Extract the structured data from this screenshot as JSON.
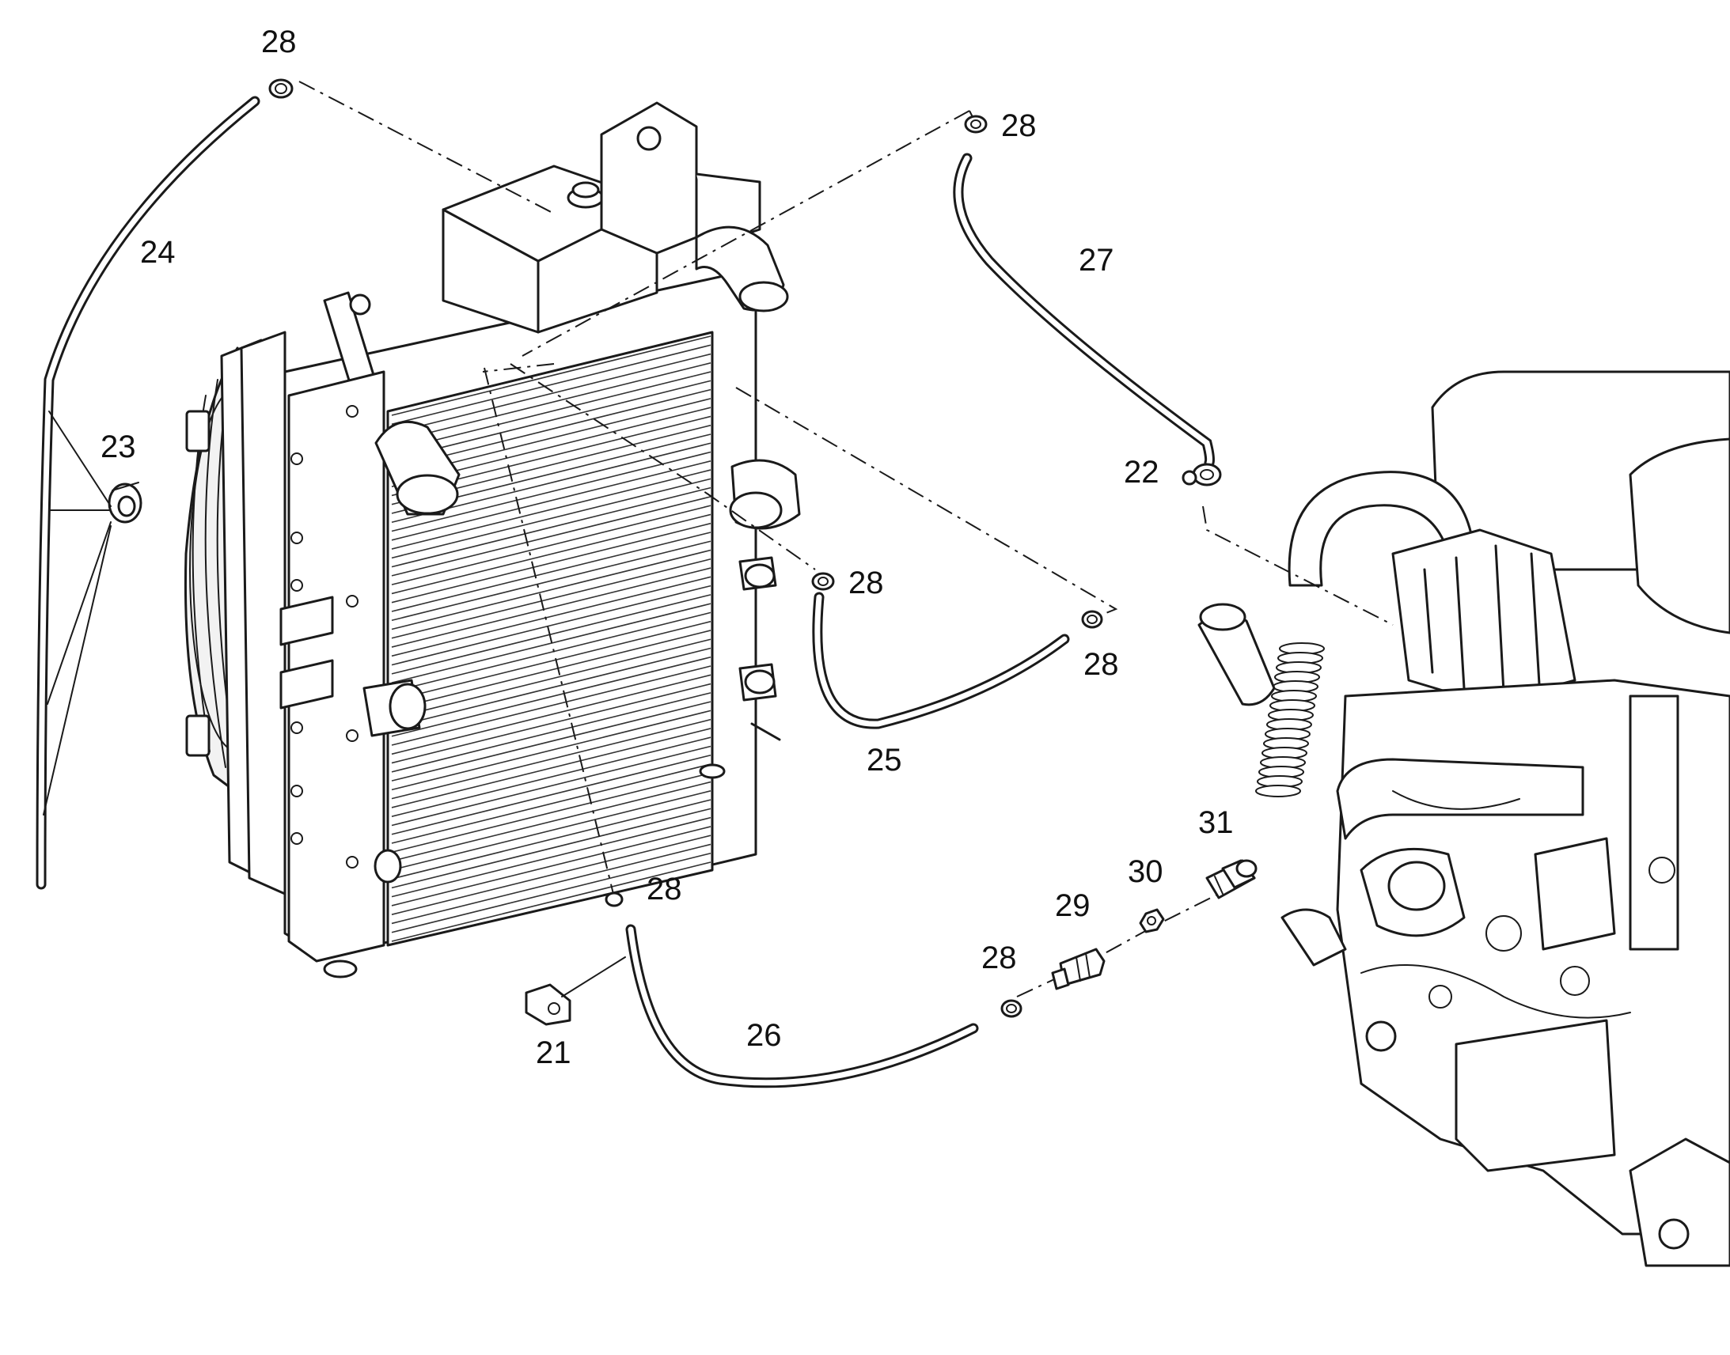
{
  "callouts": [
    {
      "id": "c28a",
      "text": "28"
    },
    {
      "id": "c28b",
      "text": "28"
    },
    {
      "id": "c27",
      "text": "27"
    },
    {
      "id": "c24",
      "text": "24"
    },
    {
      "id": "c23",
      "text": "23"
    },
    {
      "id": "c22",
      "text": "22"
    },
    {
      "id": "c28c",
      "text": "28"
    },
    {
      "id": "c28d",
      "text": "28"
    },
    {
      "id": "c25",
      "text": "25"
    },
    {
      "id": "c31",
      "text": "31"
    },
    {
      "id": "c30",
      "text": "30"
    },
    {
      "id": "c29",
      "text": "29"
    },
    {
      "id": "c28e",
      "text": "28"
    },
    {
      "id": "c28f",
      "text": "28"
    },
    {
      "id": "c26",
      "text": "26"
    },
    {
      "id": "c21",
      "text": "21"
    }
  ]
}
